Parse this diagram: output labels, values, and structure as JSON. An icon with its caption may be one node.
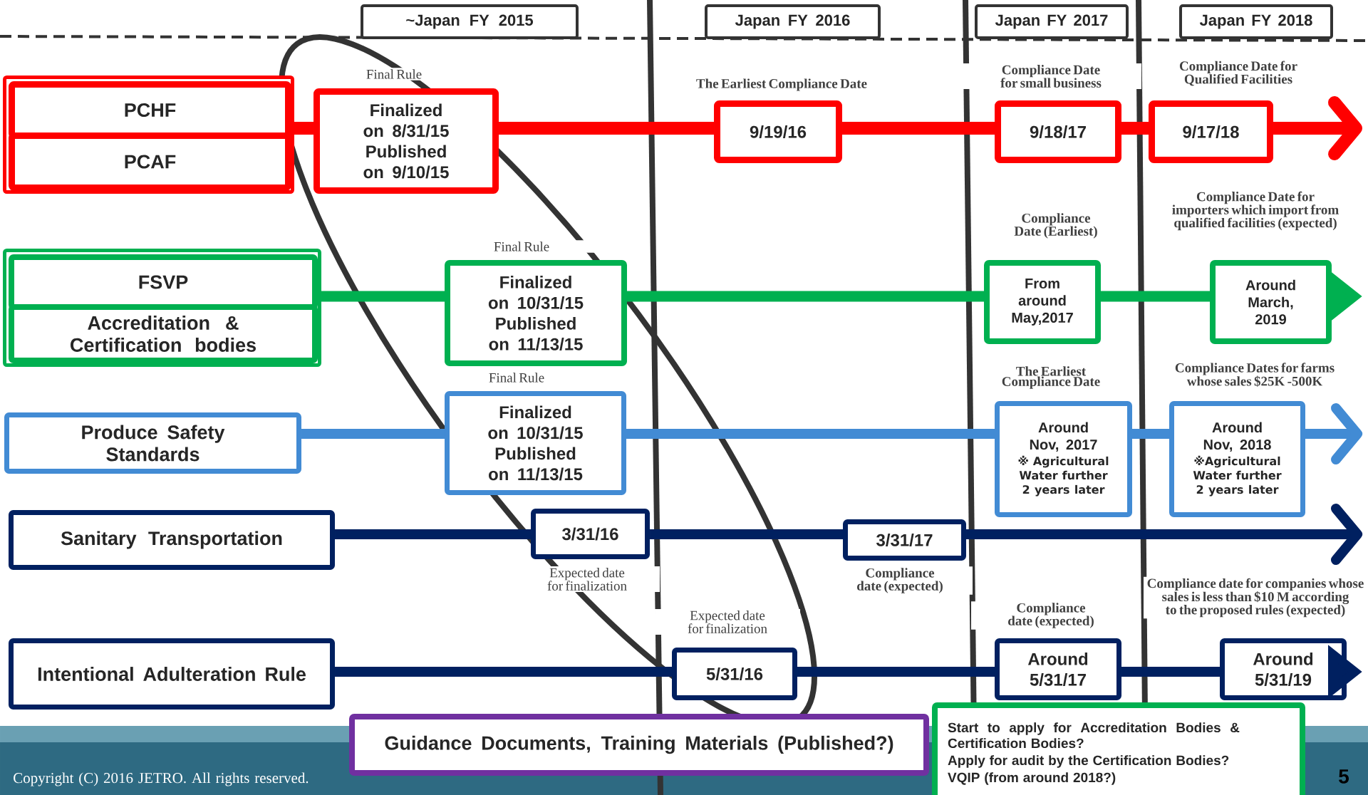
{
  "diagram": {
    "nodes": [
      {
        "text": [
          "~Japan FY 2015"
        ]
      },
      {
        "text": [
          "Japan FY 2016"
        ]
      },
      {
        "text": [
          "Japan FY 2017"
        ]
      },
      {
        "text": [
          "Japan FY 2018"
        ]
      },
      {
        "text": [],
        "shape": "box"
      },
      {
        "text": [
          "PCHF"
        ],
        "in": 4
      },
      {
        "text": [
          "PCAF"
        ],
        "in": 4
      },
      {
        "text": [
          "Finalized on 8/31/15 Published on 9/10/15"
        ],
        "beside": [
          "Final Rule"
        ]
      },
      {
        "text": [
          "9/19/16"
        ],
        "beside": [
          "The Earliest Compliance Date"
        ]
      },
      {
        "text": [
          "9/18/17"
        ],
        "beside": [
          "Compliance Date for small business"
        ]
      },
      {
        "text": [
          "9/17/18"
        ],
        "beside": [
          "Compliance Date for Qualified Facilities"
        ]
      },
      {
        "text": [],
        "shape": "box"
      },
      {
        "text": [
          "FSVP"
        ],
        "in": 11
      },
      {
        "text": [
          "Accreditation & Certification bodies"
        ],
        "in": 11
      },
      {
        "text": [
          "Finalized on 10/31/15 Published on 11/13/15"
        ],
        "beside": [
          "Final Rule"
        ]
      },
      {
        "text": [
          "From around May,2017"
        ],
        "beside": [
          "Compliance Date (Earliest)"
        ]
      },
      {
        "text": [
          "Around March, 2019"
        ],
        "beside": [
          "Compliance Date for importers which import from qualified facilities (expected)"
        ]
      },
      {
        "text": [
          "Produce Safety Standards"
        ]
      },
      {
        "text": [
          "Finalized on 10/31/15 Published on 11/13/15"
        ],
        "beside": [
          "Final Rule"
        ]
      },
      {
        "text": [
          "Around Nov, 2017",
          "※ Agricultural Water further 2 years later"
        ],
        "beside": [
          "The Earliest Compliance Date"
        ]
      },
      {
        "text": [
          "Around Nov, 2018",
          "※Agricultural Water further 2 years later"
        ],
        "beside": [
          "Compliance Dates for farms whose sales $25K -500K"
        ]
      },
      {
        "text": [
          "Sanitary Transportation"
        ]
      },
      {
        "text": [
          "3/31/16"
        ],
        "beside": [
          "Expected date for finalization"
        ]
      },
      {
        "text": [
          "3/31/17"
        ],
        "beside": [
          "Compliance date (expected)"
        ]
      },
      {
        "text": [
          "Intentional Adulteration Rule"
        ]
      },
      {
        "text": [
          "5/31/16"
        ],
        "beside": [
          "Expected date for finalization"
        ]
      },
      {
        "text": [
          "Around 5/31/17"
        ],
        "beside": [
          "Compliance date (expected)"
        ]
      },
      {
        "text": [
          "Around 5/31/19"
        ],
        "beside": [
          "Compliance date for companies whose sales is less than $10 M according to the proposed rules (expected)"
        ]
      },
      {
        "text": [
          "Guidance Documents, Training Materials (Published?)"
        ]
      },
      {
        "text": [
          "Start to apply for Accreditation Bodies & Certification Bodies?",
          "Apply for audit by the Certification Bodies?",
          "VQIP (from around 2018?)"
        ]
      }
    ],
    "edges": [
      {
        "from": 4,
        "to": 7,
        "arrow": "none",
        "color": "#ff0000"
      },
      {
        "from": 7,
        "to": 8,
        "arrow": "none",
        "color": "#ff0000"
      },
      {
        "from": 8,
        "to": 9,
        "arrow": "none",
        "color": "#ff0000"
      },
      {
        "from": 9,
        "to": 10,
        "arrow": "none",
        "color": "#ff0000"
      },
      {
        "from": 10,
        "to": null,
        "arrow": "to",
        "color": "#ff0000"
      },
      {
        "from": 11,
        "to": 14,
        "arrow": "none",
        "color": "#00b050"
      },
      {
        "from": 14,
        "to": 15,
        "arrow": "none",
        "color": "#00b050"
      },
      {
        "from": 15,
        "to": 16,
        "arrow": "none",
        "color": "#00b050"
      },
      {
        "from": 16,
        "to": null,
        "arrow": "to",
        "color": "#00b050"
      },
      {
        "from": 17,
        "to": 18,
        "arrow": "none",
        "color": "#428bd4"
      },
      {
        "from": 18,
        "to": 19,
        "arrow": "none",
        "color": "#428bd4"
      },
      {
        "from": 19,
        "to": 20,
        "arrow": "none",
        "color": "#428bd4"
      },
      {
        "from": 20,
        "to": null,
        "arrow": "to",
        "color": "#428bd4"
      },
      {
        "from": 21,
        "to": 22,
        "arrow": "none"
      },
      {
        "from": 22,
        "to": 23,
        "arrow": "none"
      },
      {
        "from": 23,
        "to": null,
        "arrow": "to"
      },
      {
        "from": 24,
        "to": 25,
        "arrow": "none"
      },
      {
        "from": 25,
        "to": 26,
        "arrow": "none"
      },
      {
        "from": 26,
        "to": 27,
        "arrow": "none"
      },
      {
        "from": 27,
        "to": null,
        "arrow": "to"
      }
    ],
    "labels": [
      "Copyright (C) 2016 JETRO. All rights reserved.",
      "5"
    ]
  }
}
